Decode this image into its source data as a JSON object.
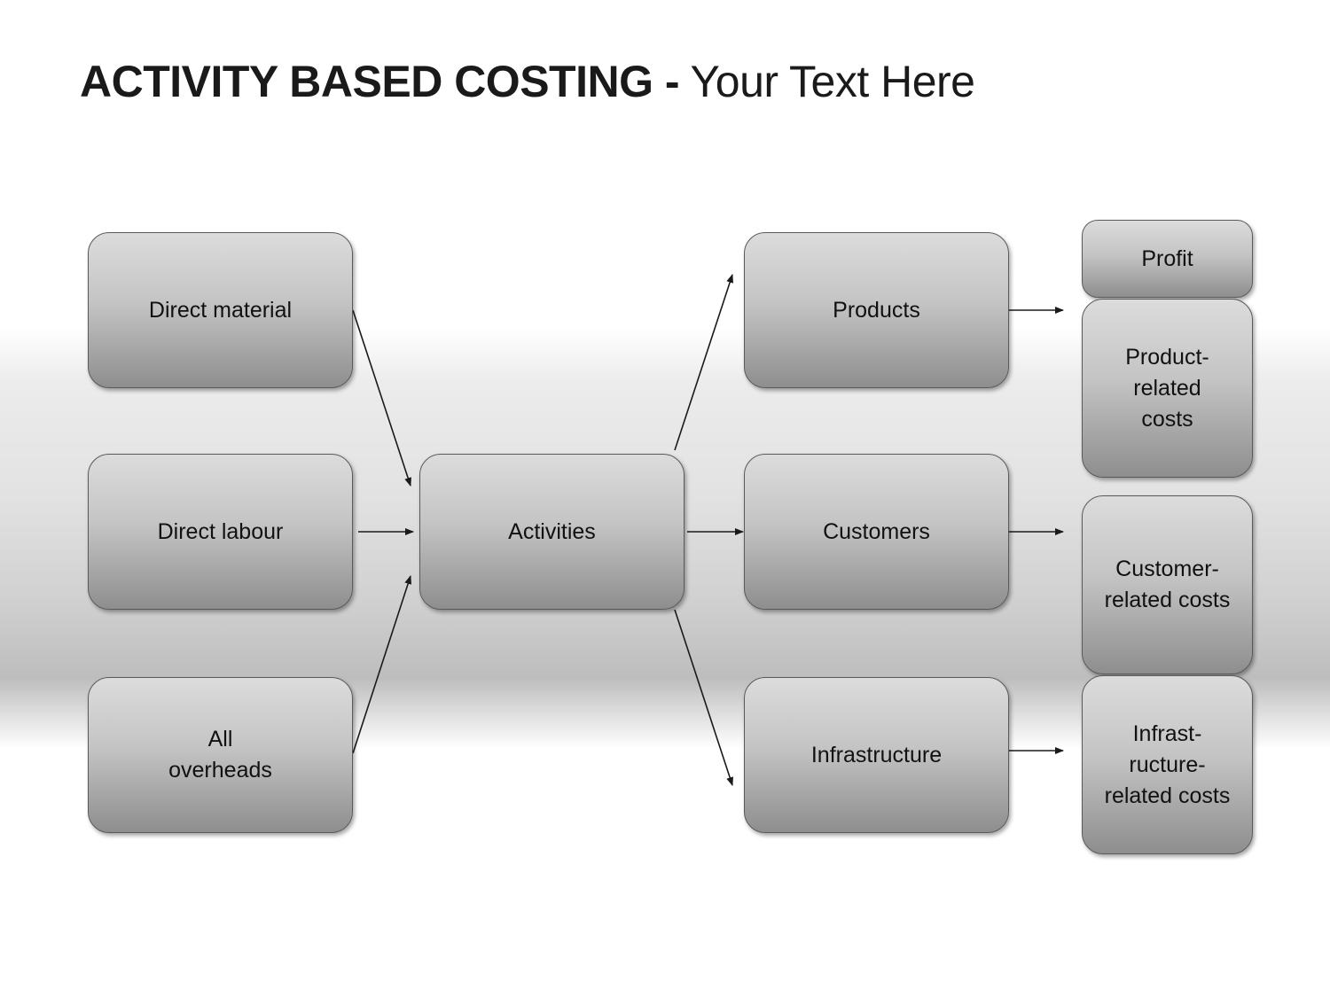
{
  "title": {
    "bold": "ACTIVITY BASED COSTING -",
    "light": "Your Text Here"
  },
  "nodes": {
    "direct_material": "Direct material",
    "direct_labour": "Direct labour",
    "all_overheads": "All\noverheads",
    "activities": "Activities",
    "products": "Products",
    "customers": "Customers",
    "infrastructure": "Infrastructure",
    "profit": "Profit",
    "product_related_costs": "Product-\nrelated\ncosts",
    "customer_related_costs": "Customer-\nrelated costs",
    "infrastructure_related_costs": "Infrast-\nructure-\nrelated costs"
  },
  "colors": {
    "box_top": "#dcdcdc",
    "box_bottom": "#8e8e8e",
    "border": "#5a5a5a",
    "arrow": "#1a1a1a",
    "title": "#1a1a1a"
  }
}
